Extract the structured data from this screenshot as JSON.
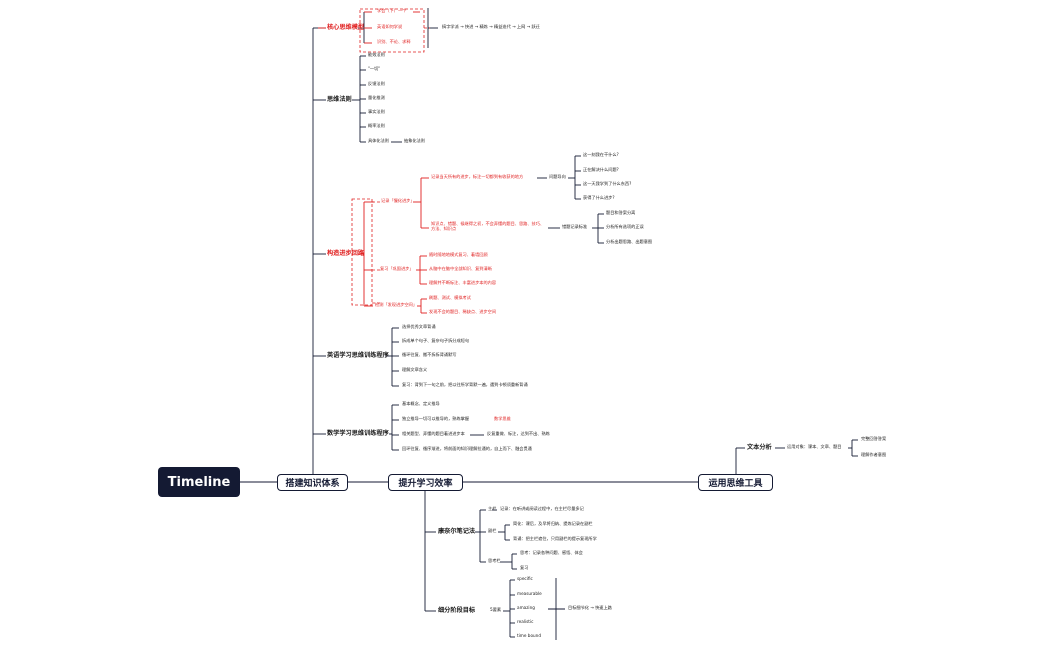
{
  "root": "Timeline",
  "main_topics": [
    "搭建知识体系",
    "提升学习效率",
    "运用思维工具"
  ],
  "k_core": {
    "title": "核心思维模型",
    "items": [
      "学会（下）一个",
      "英语如何学说",
      "识别、不论、求释"
    ],
    "note": "搞字学派 → 快进 → 精炼 → 精益迭代 → 上网 → 跃迁"
  },
  "k_think": {
    "title": "思维法则",
    "items": [
      "能效法则",
      "\"一切\"",
      "反馈法则",
      "量化推测",
      "事实法则",
      "概率法则",
      "具体化法则"
    ],
    "abstract": "抽象化法则"
  },
  "k_loop": {
    "title": "构造进步回路",
    "record": "记录「慢化进步」",
    "record_a": "记录当天所有的进步，标注一切都到有收获的地方",
    "question": "问题导向",
    "questions": [
      "这一刻我在干什么?",
      "正在解决什么问题?",
      "这一天我学到了什么东西?",
      "获得了什么进步?"
    ],
    "record_b": "知识点、错题、候继得之初，不会弄懂的题目、思路、技巧、方法、知识点",
    "wrong": "错题记录标准",
    "wrongs": [
      "题目和答案分离",
      "分析所有选项的正误",
      "分析出题思路、出题意图"
    ],
    "review": "复习「巩固进步」",
    "review_items": [
      "随时随地地模式复习、着墙回顾",
      "从脑中在脑中全部知识、复到清晰",
      "理解并不断标注、丰富进步本的内容"
    ],
    "check": "检测「发现进步空间」",
    "check_items": [
      "刷题、测试、模拟考试",
      "发现不会的题目、稀缺点、进步空间"
    ]
  },
  "k_eng": {
    "title": "英语学习思维训练程序",
    "items": [
      "选择优秀文章背诵",
      "拆成单个句子、复杂句子拆分成短句",
      "循环往复、搬不拆拆背诵默写",
      "理解文章含义",
      "复习：背到下一句之前，把以往所学背默一遍，遇到卡顿须重新背诵"
    ]
  },
  "k_math": {
    "title": "数学学习思维训练程序",
    "items": [
      "基本概念、定义推导",
      "独立推导一切可以推导的，熟练掌握",
      "相关题型、弄懂的题目着进进步本",
      "回环往复、循序渐进，将前面的知识理解拉通的，自上而下、融会贯通"
    ],
    "math_method": "数学思维",
    "repeat": "反复重做、标注，达到不出、熟练"
  },
  "e_cornell": {
    "title": "康奈尔笔记法",
    "main_col": "主栏",
    "main_desc": "记录：在听讲或阅读过程中，在主栏尽量多记",
    "side_col": "副栏",
    "side_items": [
      "简化：课后，及早将归纳、提炼记录在副栏",
      "背诵：把主栏遮住，只用副栏的提示复现所学"
    ],
    "think_col": "思考栏",
    "think_items": [
      "思考：记录各种问题、感悟、体会",
      "复习"
    ]
  },
  "e_stage": {
    "title": "细分阶段目标",
    "smart": "5要素",
    "items": [
      "specific",
      "measurable",
      "amazing",
      "realistic",
      "time bound"
    ],
    "note": "目标细节化 → 快速上路"
  },
  "tools": {
    "text": "文本分析",
    "target": "运用对象：课本、文章、题目",
    "items": [
      "完整回答答案",
      "理解作者意图"
    ]
  }
}
